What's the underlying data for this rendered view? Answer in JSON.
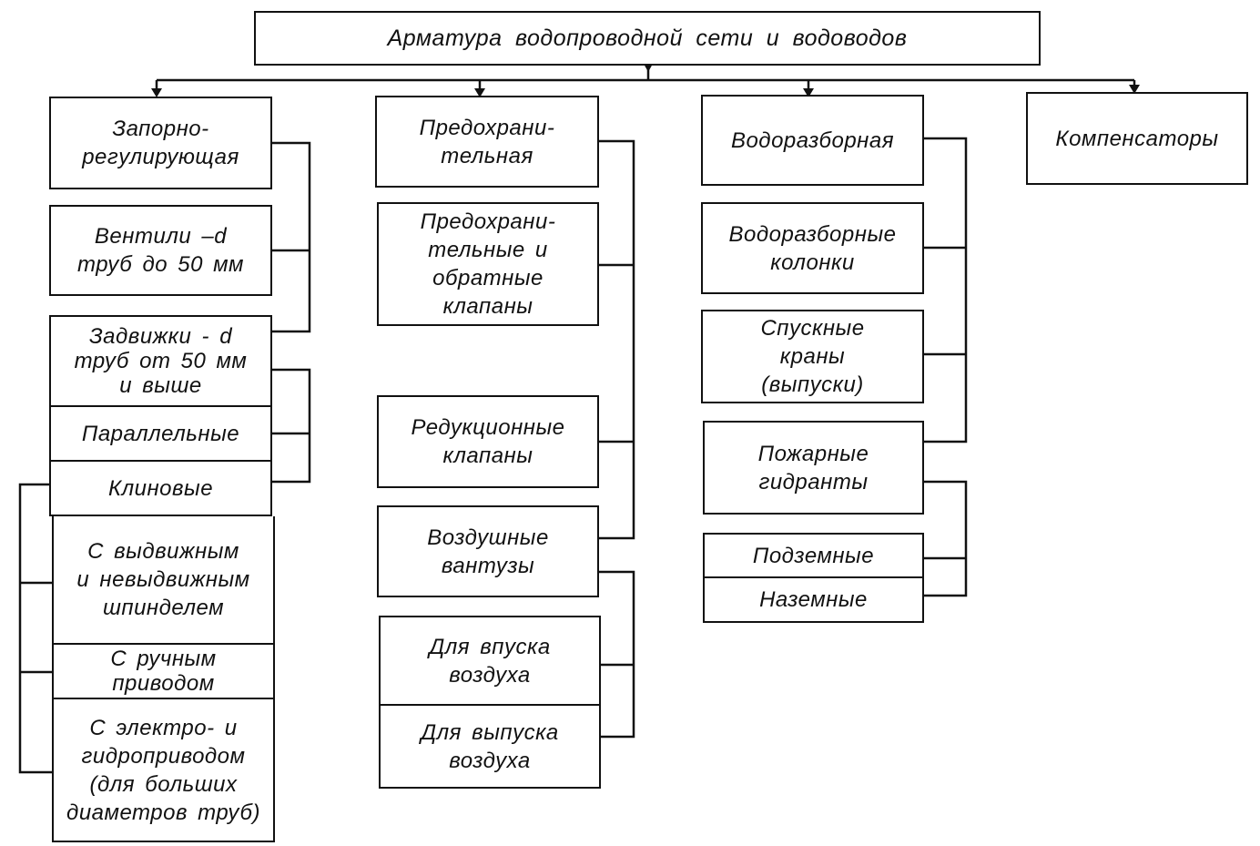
{
  "root": {
    "label": "Арматура водопроводной сети и водоводов"
  },
  "groups": {
    "shutoff": {
      "label": "Запорно-\nрегулирующая",
      "valves": "Вентили –d\nтруб до 50 мм",
      "gates": "Задвижки - d\nтруб от 50 мм\nи выше",
      "parallel": "Параллельные",
      "wedge": "Клиновые",
      "spindle": "С выдвижным\nи невыдвижным\nшпинделем",
      "manual": "С ручным\nприводом",
      "electro": "С электро- и\nгидроприводом\n(для больших\nдиаметров труб)"
    },
    "safety": {
      "label": "Предохрани-\nтельная",
      "check": "Предохрани-\nтельные и\nобратные\nклапаны",
      "reducing": "Редукционные\nклапаны",
      "air": "Воздушные\nвантузы",
      "air_in": "Для впуска\nвоздуха",
      "air_out": "Для выпуска\nвоздуха"
    },
    "supply": {
      "label": "Водоразборная",
      "columns": "Водоразборные\nколонки",
      "drain": "Спускные\nкраны\n(выпуски)",
      "hydrants": "Пожарные\nгидранты",
      "underground": "Подземные",
      "overground": "Наземные"
    },
    "comp": {
      "label": "Компенсаторы"
    }
  }
}
